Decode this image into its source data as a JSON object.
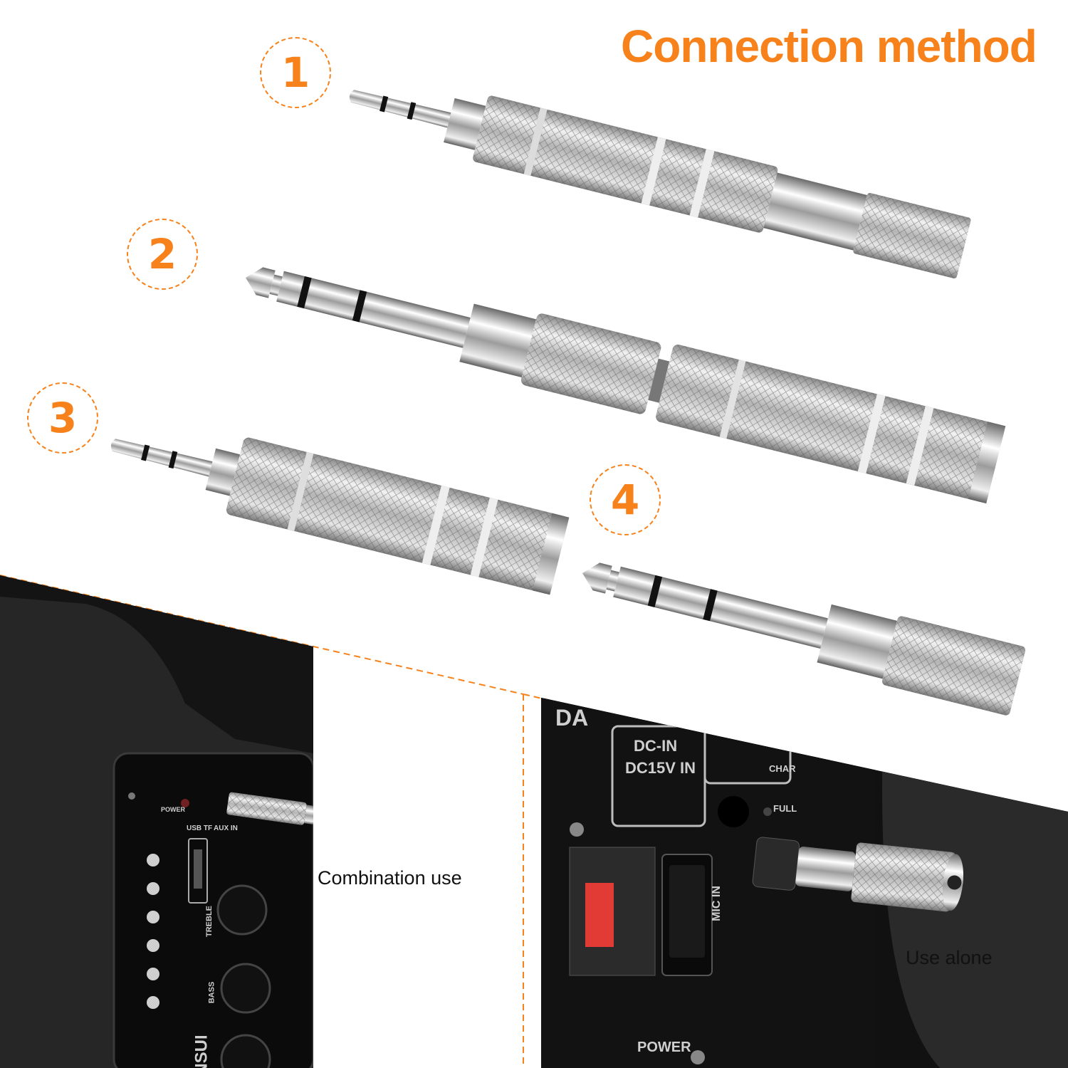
{
  "title": "Connection method",
  "steps": [
    {
      "label": "1"
    },
    {
      "label": "2"
    },
    {
      "label": "3"
    },
    {
      "label": "4"
    }
  ],
  "captions": {
    "combination": "Combination use",
    "alone": "Use alone"
  },
  "panel_left": {
    "power": "POWER",
    "usb": "USB TF",
    "aux": "AUX IN",
    "treble": "TREBLE",
    "bass": "BASS",
    "brand": "NSUI"
  },
  "panel_right": {
    "dc_in": "DC-IN",
    "dc_spec": "DC15V IN",
    "char": "CHAR",
    "full": "FULL",
    "mic": "MIC IN",
    "power": "POWER",
    "brand": "DA"
  },
  "colors": {
    "accent": "#f7821b",
    "metal": "#c8c8c8",
    "dark": "#1a1a1a"
  }
}
